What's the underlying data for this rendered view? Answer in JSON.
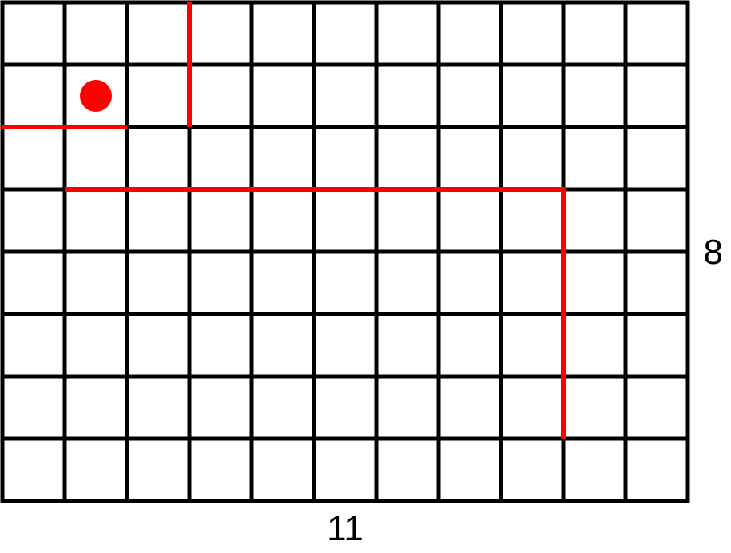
{
  "grid": {
    "columns": 11,
    "rows": 8,
    "line_color": "#000000",
    "wall_color": "#ff0000"
  },
  "labels": {
    "columns_label": "11",
    "rows_label": "8"
  },
  "walls": [
    {
      "from": [
        0,
        2
      ],
      "to": [
        2,
        2
      ]
    },
    {
      "from": [
        3,
        0
      ],
      "to": [
        3,
        2
      ]
    },
    {
      "from": [
        1,
        3
      ],
      "to": [
        9,
        3
      ]
    },
    {
      "from": [
        9,
        3
      ],
      "to": [
        9,
        7
      ]
    }
  ],
  "marker": {
    "cell": [
      1,
      1
    ],
    "color": "#ff0000",
    "shape": "filled-circle"
  }
}
